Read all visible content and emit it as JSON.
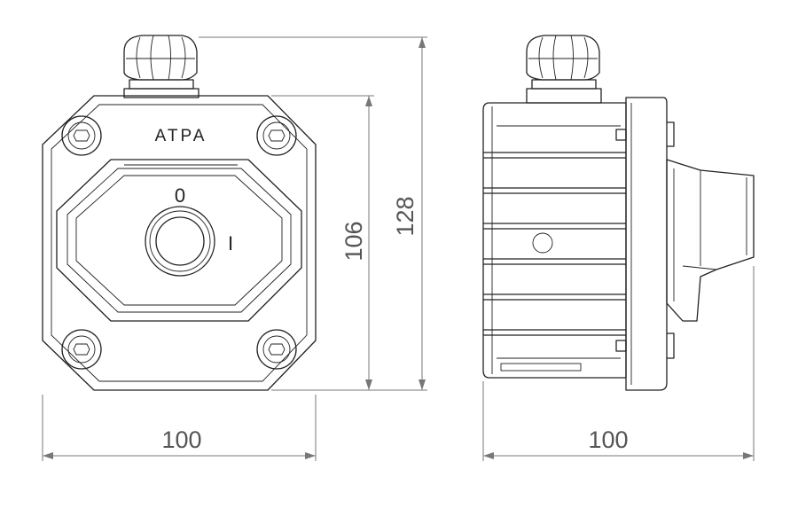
{
  "brand_label": "ATPA",
  "switch_labels": {
    "off": "0",
    "on": "I"
  },
  "dimensions": {
    "front_width": "100",
    "inner_height": "106",
    "total_height": "128",
    "side_width": "100"
  },
  "colors": {
    "line": "#222222",
    "dimension": "#777777",
    "background": "#ffffff"
  }
}
